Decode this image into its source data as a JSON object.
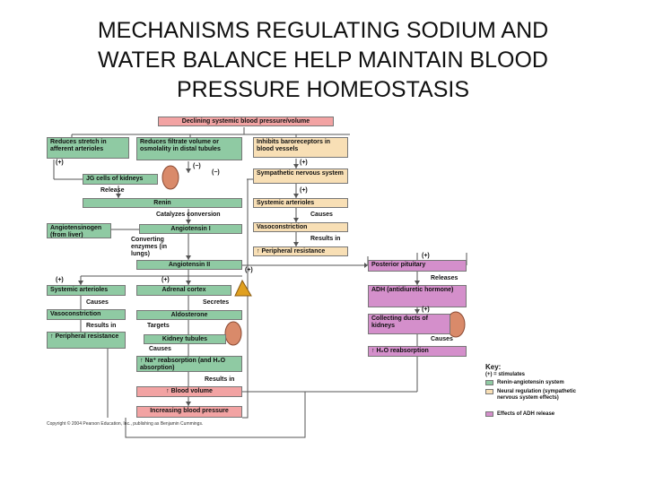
{
  "title": {
    "line1": "MECHANISMS REGULATING SODIUM AND",
    "line2": "WATER BALANCE HELP MAINTAIN BLOOD",
    "line3": "PRESSURE HOMEOSTASIS"
  },
  "boxes": {
    "declining": "Declining systemic blood pressure/volume",
    "reduces_stretch": "Reduces stretch in afferent arterioles",
    "reduces_filtrate": "Reduces filtrate volume or osmolality in distal tubules",
    "inhibits_baro": "Inhibits baroreceptors in blood vessels",
    "sympathetic": "Sympathetic nervous system",
    "jg_cells": "JG cells of kidneys",
    "systemic_arterioles_right": "Systemic arterioles",
    "renin": "Renin",
    "vasoconstriction_right": "Vasoconstriction",
    "angiotensinogen": "Angiotensinogen (from liver)",
    "angiotensin1": "Angiotensin I",
    "peripheral_right": "↑ Peripheral resistance",
    "angiotensin2": "Angiotensin II",
    "posterior_pituitary": "Posterior pituitary",
    "systemic_arterioles_left": "Systemic arterioles",
    "adrenal_cortex": "Adrenal cortex",
    "adh": "ADH (antidiuretic hormone)",
    "vasoconstriction_left": "Vasoconstriction",
    "aldosterone": "Aldosterone",
    "collecting_ducts": "Collecting ducts of kidneys",
    "peripheral_left": "↑ Peripheral resistance",
    "kidney_tubules": "Kidney tubules",
    "h2o_reabsorption": "↑ H₂O reabsorption",
    "na_reabsorption": "↑ Na⁺ reabsorption (and H₂O absorption)",
    "blood_volume": "↑ Blood volume",
    "increasing": "Increasing blood pressure"
  },
  "labels": {
    "plus": "(+)",
    "minus": "(−)",
    "release": "Release",
    "catalyzes": "Catalyzes conversion",
    "converting": "Converting enzymes (in lungs)",
    "causes": "Causes",
    "results_in": "Results in",
    "secretes": "Secretes",
    "targets": "Targets",
    "releases": "Releases"
  },
  "key": {
    "title": "Key:",
    "stimulates": "(+) = stimulates",
    "items": [
      {
        "label": "Renin-angiotensin system",
        "color": "#8fcaa3"
      },
      {
        "label": "Neural regulation (sympathetic nervous system effects)",
        "color": "#f8dfb5"
      },
      {
        "label": "Effects of ADH release",
        "color": "#d48fcb"
      }
    ]
  },
  "copyright": "Copyright © 2004 Pearson Education, Inc., publishing as Benjamin Cummings."
}
